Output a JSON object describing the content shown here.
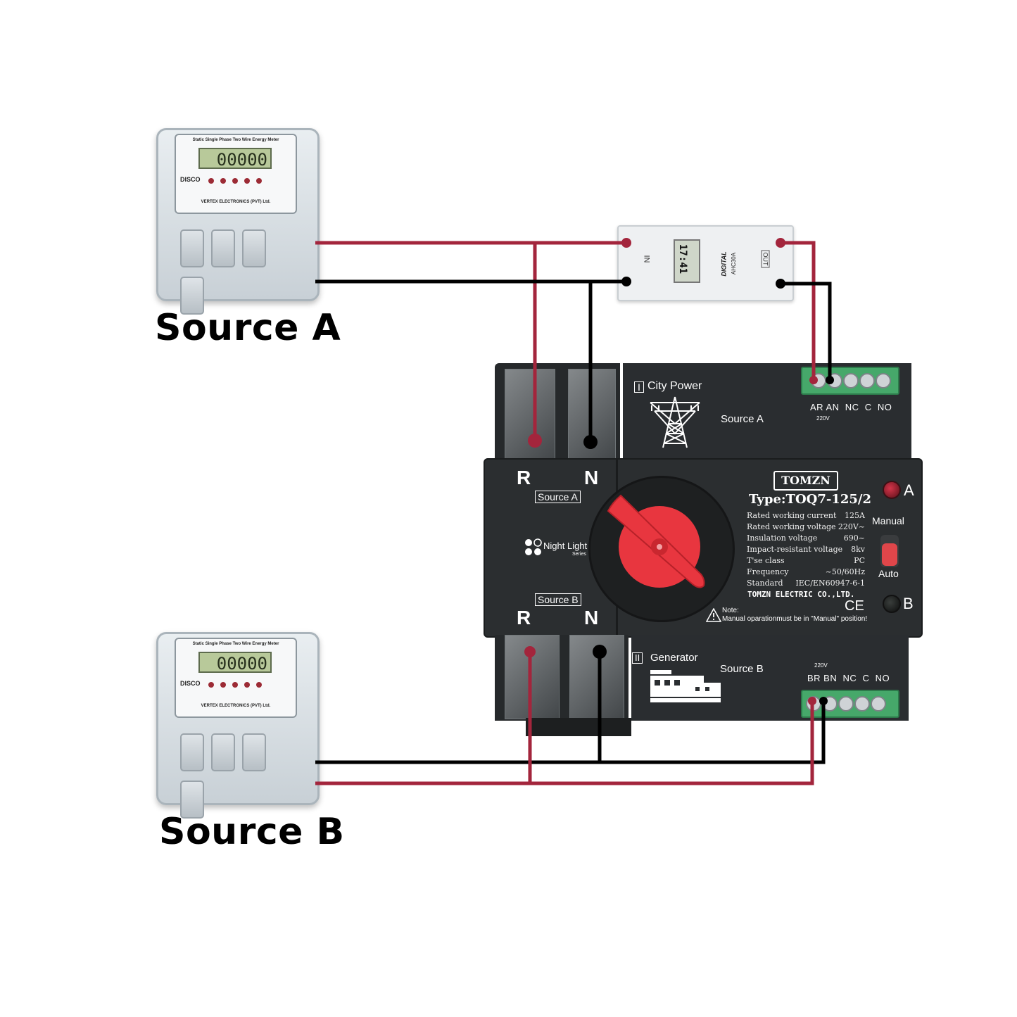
{
  "labels": {
    "source_a": "Source A",
    "source_b": "Source B"
  },
  "meter": {
    "title": "Static Single Phase Two Wire Energy Meter",
    "reading": "00000",
    "disco": "DISCO",
    "maker": "VERTEX ELECTRONICS (PVT) Ltd."
  },
  "timer": {
    "display": "17:41",
    "brand": "DIGITAL",
    "model": "AHC30A",
    "in_label": "IN",
    "out_label": "OUT"
  },
  "ats": {
    "city_power_icon": "I",
    "city_power": "City Power",
    "source_a": "Source A",
    "pins_a": "AR AN  NC  C  NO",
    "voltage_a": "220V",
    "generator_icon": "II",
    "generator": "Generator",
    "source_b": "Source B",
    "pins_b": "BR BN  NC  C  NO",
    "voltage_b": "220V",
    "r_top": "R",
    "n_top": "N",
    "r_bottom": "R",
    "n_bottom": "N",
    "box_source_a": "Source A",
    "box_source_b": "Source B",
    "series": "Night Light",
    "series_sub": "Series",
    "brand": "TOMZN",
    "type": "Type:TOQ7-125/2",
    "specs": [
      {
        "k": "Rated working current",
        "v": "125A"
      },
      {
        "k": "Rated working voltage",
        "v": "220V~"
      },
      {
        "k": "Insulation voltage",
        "v": "690~"
      },
      {
        "k": "Impact-resistant voltage",
        "v": "8kv"
      },
      {
        "k": "T'se class",
        "v": "PC"
      },
      {
        "k": "Frequency",
        "v": "~50/60Hz"
      },
      {
        "k": "Standard",
        "v": "IEC/EN60947-6-1"
      }
    ],
    "company": "TOMZN ELECTRIC CO.,LTD.",
    "ce": "CE",
    "note_title": "Note:",
    "note_text": "Manual oparationmust be in \"Manual\" position!",
    "indicator_a": "A",
    "indicator_b": "B",
    "mode_manual": "Manual",
    "mode_auto": "Auto"
  },
  "colors": {
    "live_wire": "#a3253c",
    "neutral_wire": "#000000",
    "knob": "#e8363f",
    "terminal_green": "#46a86a"
  }
}
